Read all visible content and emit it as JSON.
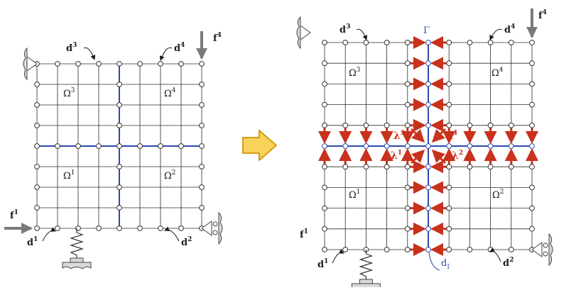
{
  "colors": {
    "grid": "#2b2b2b",
    "interface": "#2d4ab0",
    "multiplier_arrow": "#c8311c",
    "force_arrow": "#7a7a7a",
    "transition_arrow_fill": "#f7d35a",
    "transition_arrow_stroke": "#d79b16",
    "support_fill": "#d9d9d9"
  },
  "left": {
    "labels": [
      {
        "id": "d3",
        "base": "d",
        "sup": "3"
      },
      {
        "id": "d4",
        "base": "d",
        "sup": "4"
      },
      {
        "id": "f4",
        "base": "f",
        "sup": "4"
      },
      {
        "id": "omega3",
        "base": "Ω",
        "sup": "3"
      },
      {
        "id": "omega4",
        "base": "Ω",
        "sup": "4"
      },
      {
        "id": "omega1",
        "base": "Ω",
        "sup": "1"
      },
      {
        "id": "omega2",
        "base": "Ω",
        "sup": "2"
      },
      {
        "id": "f1",
        "base": "f",
        "sup": "1"
      },
      {
        "id": "d1",
        "base": "d",
        "sup": "1"
      },
      {
        "id": "d2",
        "base": "d",
        "sup": "2"
      }
    ]
  },
  "right": {
    "labels": [
      {
        "id": "d3",
        "base": "d",
        "sup": "3"
      },
      {
        "id": "gamma",
        "base": "Γ",
        "sup": ""
      },
      {
        "id": "d4",
        "base": "d",
        "sup": "4"
      },
      {
        "id": "f4",
        "base": "f",
        "sup": "4"
      },
      {
        "id": "omega3",
        "base": "Ω",
        "sup": "3"
      },
      {
        "id": "omega4",
        "base": "Ω",
        "sup": "4"
      },
      {
        "id": "lambda3",
        "base": "λ",
        "sup": "3"
      },
      {
        "id": "lambda4",
        "base": "λ",
        "sup": "4"
      },
      {
        "id": "lambda1",
        "base": "λ",
        "sup": "1"
      },
      {
        "id": "lambda2",
        "base": "λ",
        "sup": "2"
      },
      {
        "id": "omega1",
        "base": "Ω",
        "sup": "1"
      },
      {
        "id": "omega2",
        "base": "Ω",
        "sup": "2"
      },
      {
        "id": "f1",
        "base": "f",
        "sup": "1"
      },
      {
        "id": "d1",
        "base": "d",
        "sup": "1"
      },
      {
        "id": "dI",
        "base": "d",
        "sup": "",
        "sub": "I"
      },
      {
        "id": "d2",
        "base": "d",
        "sup": "2"
      }
    ]
  }
}
